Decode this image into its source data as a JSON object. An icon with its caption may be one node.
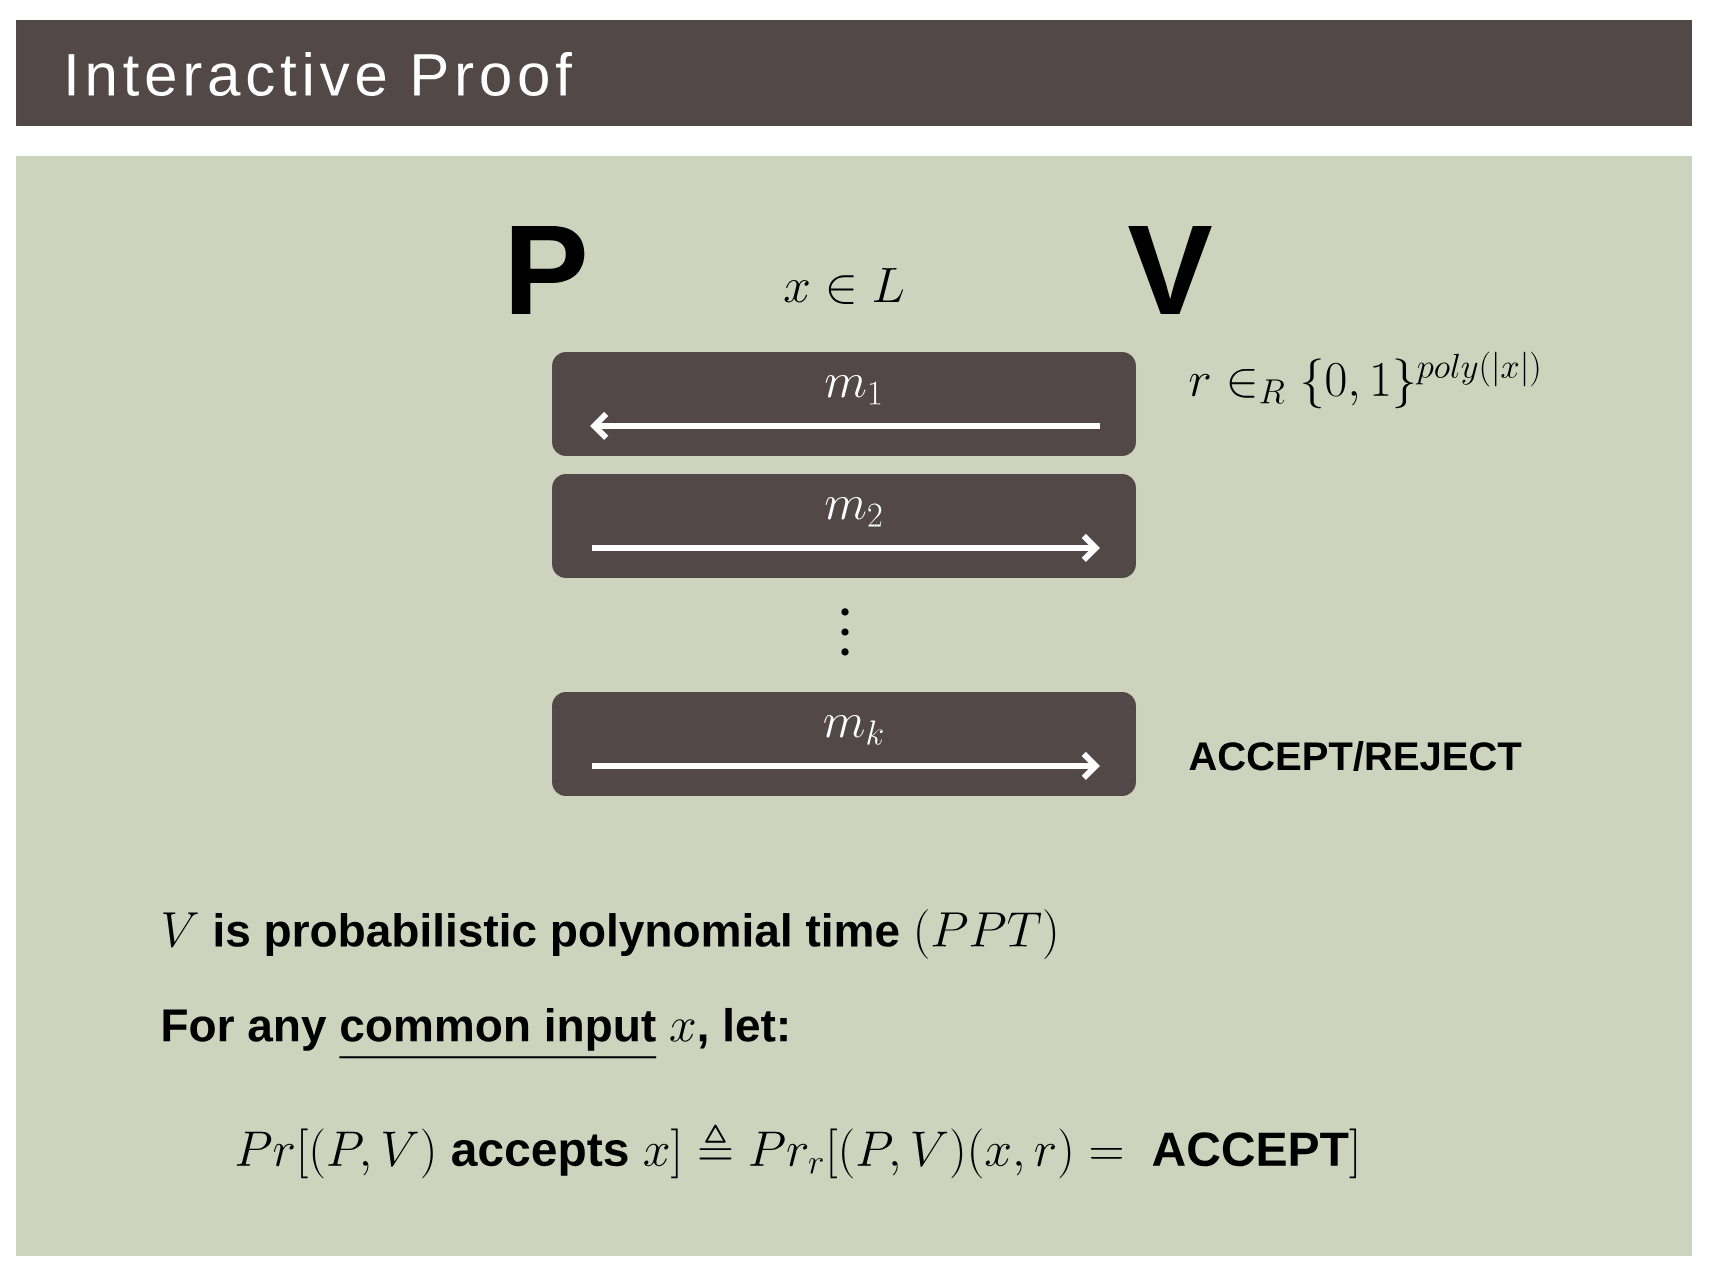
{
  "diagram": {
    "title": "Interactive Proof",
    "nodes": [
      {
        "text": [
          "P"
        ]
      },
      {
        "text": [
          "V"
        ]
      },
      {
        "text": [
          "m_1"
        ]
      },
      {
        "text": [
          "m_2"
        ]
      },
      {
        "text": [
          "m_k"
        ]
      }
    ],
    "labels": [
      "x \\in L",
      "r \\in_R \\{0,1\\}^{poly(|x|)}",
      "ACCEPT/REJECT",
      "V\\textbf{ is probabilistic polynomial time } (PPT)",
      "\\textbf{For any }\\underline{\\textbf{common input}}\\ x\\textbf{, let:}",
      "Pr[(P,V)\\textbf{ accepts }x] \\triangleq Pr_r[(P,V)(x,r) = \\textbf{ ACCEPT}]"
    ]
  }
}
